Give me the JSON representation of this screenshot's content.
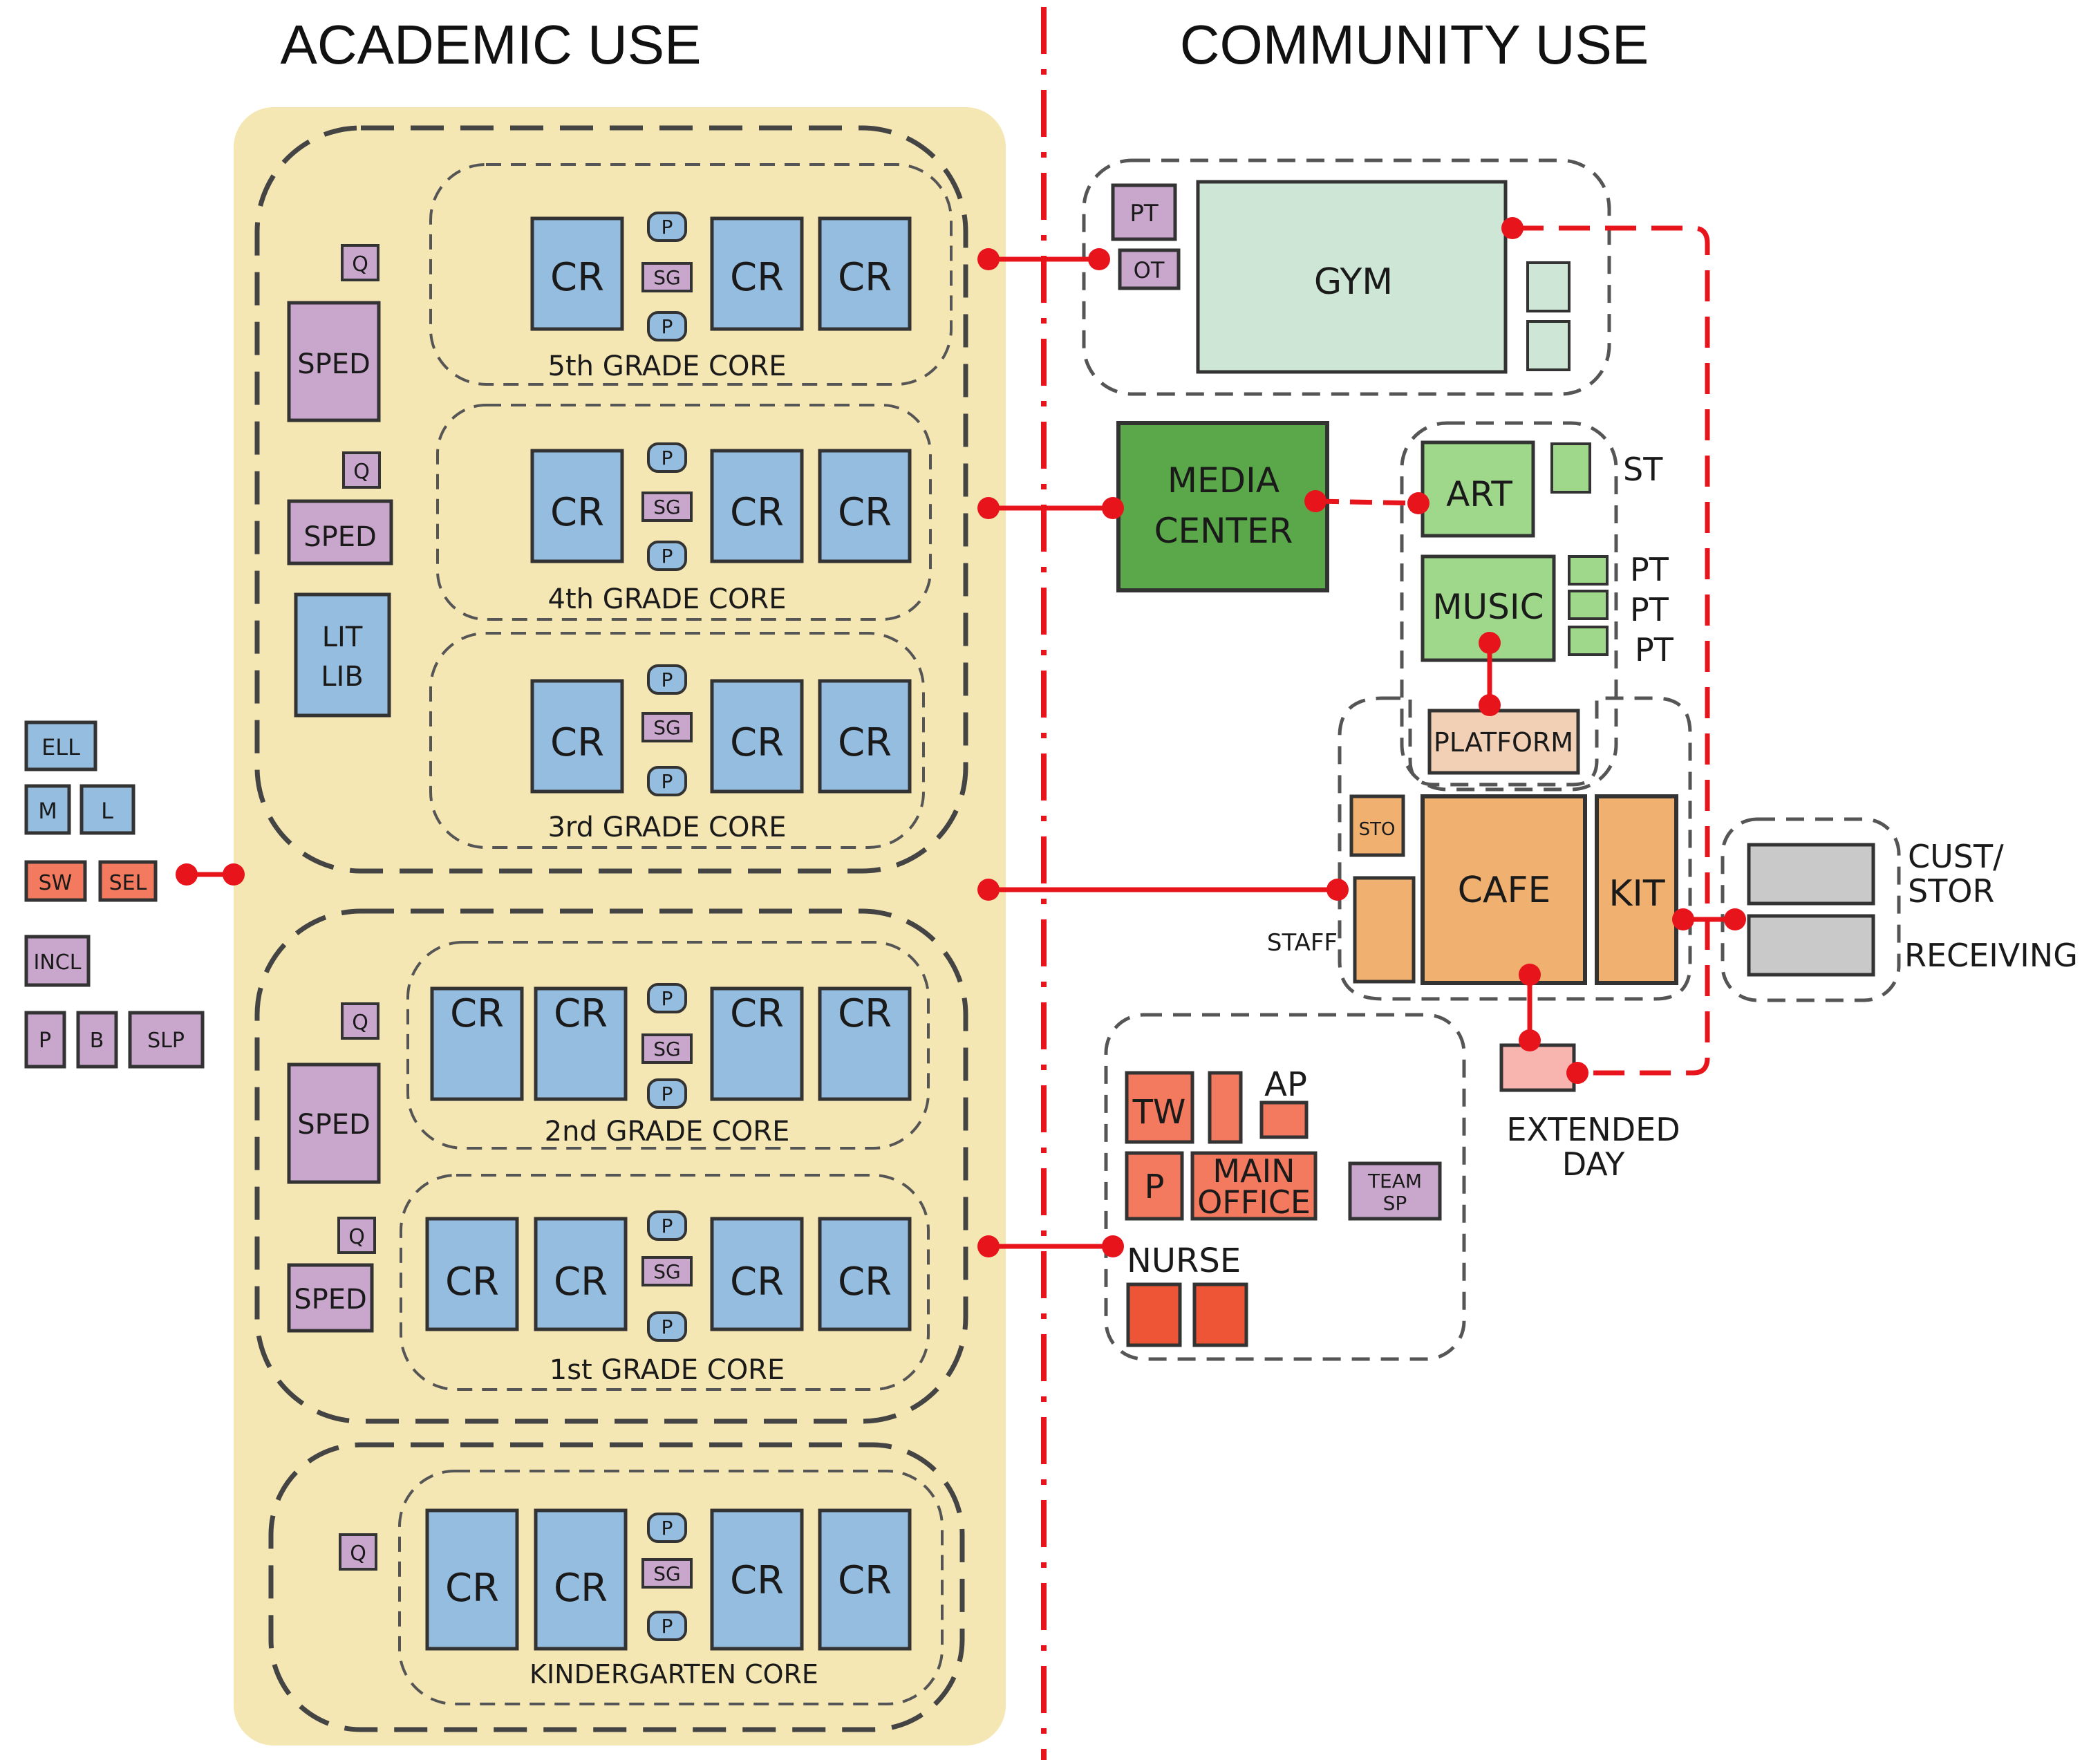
{
  "headers": {
    "academic": "ACADEMIC USE",
    "community": "COMMUNITY USE"
  },
  "colors": {
    "academic_zone": "#f5e7b3",
    "classroom": "#95bde0",
    "support": "#c9a6cc",
    "gym": "#cde6d5",
    "media": "#5aa84a",
    "arts": "#9fd88b",
    "platform": "#f2d0b5",
    "cafe": "#f0b070",
    "office": "#f37a5e",
    "nurse": "#ee5536",
    "extended": "#f8b5b0",
    "storage": "#c9c9c9",
    "link": "#e8141c",
    "outline": "#444444"
  },
  "grades": {
    "g5": {
      "cr": [
        "CR",
        "CR",
        "CR"
      ],
      "p": "P",
      "sg": "SG",
      "label": "5th GRADE CORE"
    },
    "g4": {
      "cr": [
        "CR",
        "CR",
        "CR"
      ],
      "p": "P",
      "sg": "SG",
      "label": "4th GRADE CORE"
    },
    "g3": {
      "cr": [
        "CR",
        "CR",
        "CR"
      ],
      "p": "P",
      "sg": "SG",
      "label": "3rd GRADE CORE"
    },
    "g2": {
      "cr": [
        "CR",
        "CR",
        "CR",
        "CR"
      ],
      "p": "P",
      "sg": "SG",
      "label": "2nd GRADE CORE"
    },
    "g1": {
      "cr": [
        "CR",
        "CR",
        "CR",
        "CR"
      ],
      "p": "P",
      "sg": "SG",
      "label": "1st GRADE CORE"
    },
    "gk": {
      "cr": [
        "CR",
        "CR",
        "CR",
        "CR"
      ],
      "p": "P",
      "sg": "SG",
      "label": "KINDERGARTEN CORE"
    }
  },
  "academic_support": {
    "q": "Q",
    "sped": "SPED",
    "lit_lib": [
      "LIT",
      "LIB"
    ]
  },
  "left_services": [
    "ELL",
    "M",
    "L",
    "SW",
    "SEL",
    "INCL",
    "P",
    "B",
    "SLP"
  ],
  "gym_block": {
    "pt": "PT",
    "ot": "OT",
    "gym": "GYM"
  },
  "media": [
    "MEDIA",
    "CENTER"
  ],
  "arts": {
    "art": "ART",
    "st": "ST",
    "music": "MUSIC",
    "pt": [
      "PT",
      "PT",
      "PT"
    ],
    "platform": "PLATFORM"
  },
  "cafe_block": {
    "sto": "STO",
    "staff": "STAFF",
    "cafe": "CAFE",
    "kit": "KIT"
  },
  "service": {
    "cust_stor": [
      "CUST/",
      "STOR"
    ],
    "receiving": "RECEIVING"
  },
  "extended_day": [
    "EXTENDED",
    "DAY"
  ],
  "office_block": {
    "tw": "TW",
    "ap": "AP",
    "p": "P",
    "main_office": [
      "MAIN",
      "OFFICE"
    ],
    "team_sp": [
      "TEAM",
      "SP"
    ],
    "nurse": "NURSE"
  }
}
